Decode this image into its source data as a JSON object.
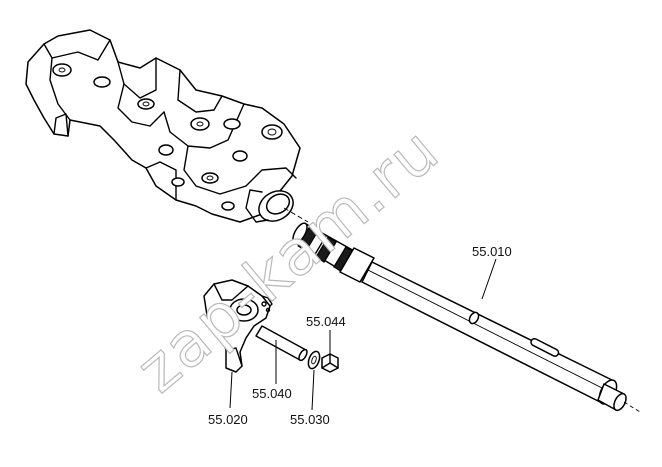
{
  "diagram": {
    "watermark": "zap-kam.ru",
    "labels": {
      "shift_shaft": "55.010",
      "shift_fork": "55.020",
      "washer": "55.030",
      "pin": "55.040",
      "nut": "55.044"
    },
    "colors": {
      "line": "#000000",
      "background": "#ffffff",
      "watermark": "#b9b9b9"
    }
  }
}
